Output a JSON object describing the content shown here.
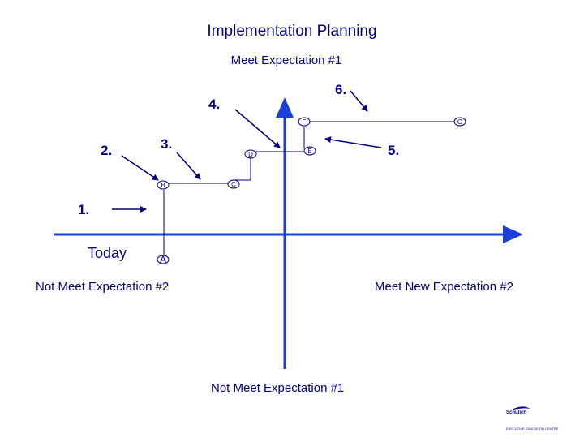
{
  "title": "Implementation Planning",
  "quadrants": {
    "top": "Meet Expectation #1",
    "left": "Not Meet Expectation #2",
    "right": "Meet New Expectation #2",
    "bottom": "Not Meet Expectation #1"
  },
  "today_label": "Today",
  "steps": [
    "1.",
    "2.",
    "3.",
    "4.",
    "5.",
    "6."
  ],
  "nodes": [
    "A",
    "B",
    "C",
    "D",
    "E",
    "F",
    "G"
  ],
  "logo": {
    "name": "Schulich",
    "tagline": "EXECUTIVE EDUCATION CENTRE"
  },
  "colors": {
    "primary": "#000080",
    "axis": "#1a3fd8"
  }
}
